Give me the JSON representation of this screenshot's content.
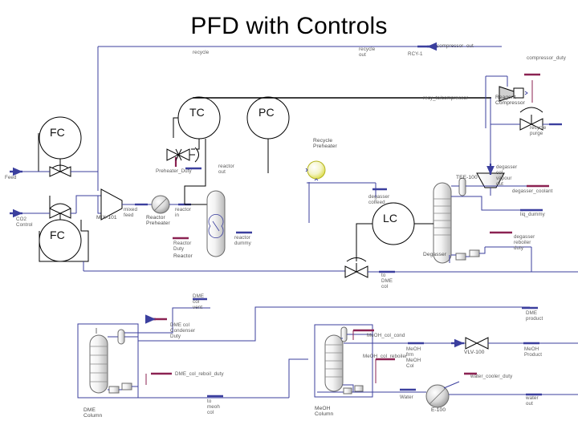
{
  "slide": {
    "title": "PFD with Controls",
    "background": "#ffffff"
  },
  "colors": {
    "material_stream": "#3b3f9e",
    "energy_stream": "#8b2252",
    "equipment_outline": "#000000",
    "label_text": "#5a5a5a",
    "preheater_fill": "#e8e85a",
    "signal_line": "#000000"
  },
  "controllers": [
    {
      "tag": "FC",
      "name": "feed-flow-controller"
    },
    {
      "tag": "FC",
      "name": "co2-flow-controller"
    },
    {
      "tag": "TC",
      "name": "reactor-temperature-controller"
    },
    {
      "tag": "PC",
      "name": "pressure-controller"
    },
    {
      "tag": "LC",
      "name": "degasser-level-controller"
    }
  ],
  "equipment": [
    {
      "label": "MIX-101"
    },
    {
      "label": "Reactor\nPreheater"
    },
    {
      "label": "Reactor"
    },
    {
      "label": "Recycle\nPreheater"
    },
    {
      "label": "Reagent\nCompressor"
    },
    {
      "label": "TEE-100"
    },
    {
      "label": "Degasser"
    },
    {
      "label": "DME\nColumn"
    },
    {
      "label": "MeOH\nColumn"
    },
    {
      "label": "E-100"
    },
    {
      "label": "VLV-100"
    }
  ],
  "streams": {
    "material": [
      {
        "label": "Feed"
      },
      {
        "label": "CO2\nControl"
      },
      {
        "label": "recycle"
      },
      {
        "label": "mixed\nfeed"
      },
      {
        "label": "reactor\nin"
      },
      {
        "label": "reactor\nout"
      },
      {
        "label": "reactor\ndummy"
      },
      {
        "label": "recycle\nout"
      },
      {
        "label": "RCY-1"
      },
      {
        "label": "compressor  out"
      },
      {
        "label": "recy_to/compressor"
      },
      {
        "label": "recycle\npurge"
      },
      {
        "label": "degasser\ncol\nvapour\nout"
      },
      {
        "label": "degasser\ncolfeed"
      },
      {
        "label": "liq_dummy"
      },
      {
        "label": "to\nDME\ncol"
      },
      {
        "label": "DME\ncol\nvent"
      },
      {
        "label": "to\nmeoh\ncol"
      },
      {
        "label": "DME\nproduct"
      },
      {
        "label": "MeOH\nfrm\nMeOH\nCol"
      },
      {
        "label": "MeOH\nProduct"
      },
      {
        "label": "Water"
      },
      {
        "label": "water\nout"
      }
    ],
    "energy": [
      {
        "label": "Preheater_Duty"
      },
      {
        "label": "Reactor\nDuty"
      },
      {
        "label": "compressor_duty"
      },
      {
        "label": "degasser_coolant"
      },
      {
        "label": "degasser\nreboiler\nduty"
      },
      {
        "label": "DME col\nCondenser\nDuty"
      },
      {
        "label": "DME_col_reboil_duty"
      },
      {
        "label": "MeOH_col_cond"
      },
      {
        "label": "MeOH  col  reboiler"
      },
      {
        "label": "water_cooler_duty"
      }
    ]
  }
}
